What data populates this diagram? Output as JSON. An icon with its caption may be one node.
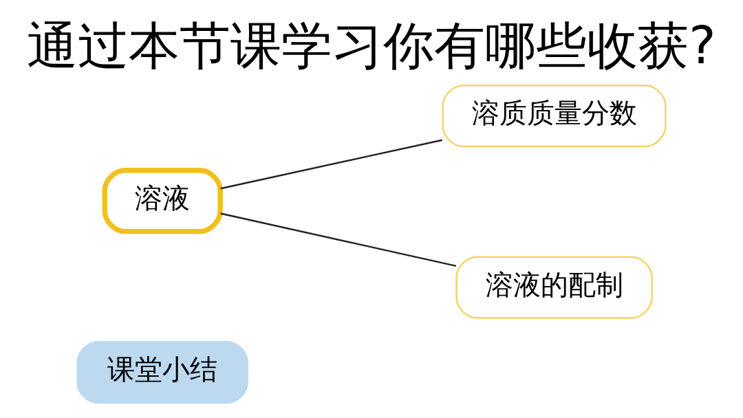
{
  "diagram": {
    "title": "通过本节课学习你有哪些收获?",
    "nodes": [
      {
        "text": [
          "溶液"
        ]
      },
      {
        "text": [
          "溶质质量分数"
        ]
      },
      {
        "text": [
          "溶液的配制"
        ]
      }
    ],
    "edges": [
      {
        "from": 0,
        "to": 1,
        "arrow": "none"
      },
      {
        "from": 0,
        "to": 2,
        "arrow": "none"
      }
    ],
    "labels": [
      "课堂小结"
    ]
  }
}
